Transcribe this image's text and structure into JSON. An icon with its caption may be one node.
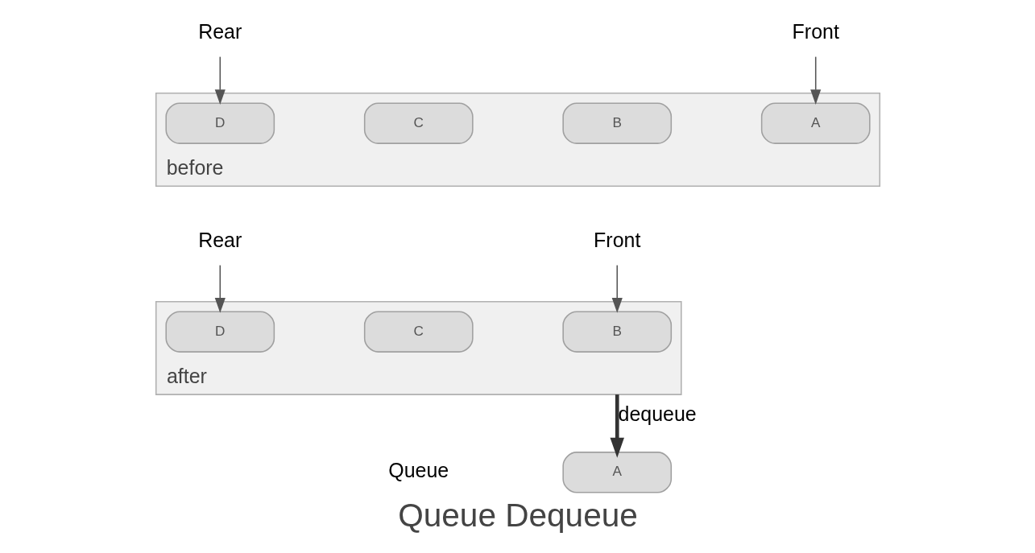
{
  "diagram": {
    "caption": "Queue Dequeue",
    "nodes": [
      {
        "text": [
          "Rear"
        ]
      },
      {
        "text": [
          "Front"
        ]
      },
      {
        "text": [
          "before"
        ]
      },
      {
        "text": [
          "D"
        ],
        "in": 2
      },
      {
        "text": [
          "C"
        ],
        "in": 2
      },
      {
        "text": [
          "B"
        ],
        "in": 2
      },
      {
        "text": [
          "A"
        ],
        "in": 2
      },
      {
        "text": [
          "Rear"
        ]
      },
      {
        "text": [
          "Front"
        ]
      },
      {
        "text": [
          "after"
        ]
      },
      {
        "text": [
          "D"
        ],
        "in": 9
      },
      {
        "text": [
          "C"
        ],
        "in": 9
      },
      {
        "text": [
          "B"
        ],
        "in": 9
      },
      {
        "text": [
          "A"
        ]
      }
    ],
    "edges": [
      {
        "from": 0,
        "to": 3,
        "arrow": "to"
      },
      {
        "from": 1,
        "to": 6,
        "arrow": "to"
      },
      {
        "from": 7,
        "to": 10,
        "arrow": "to"
      },
      {
        "from": 8,
        "to": 12,
        "arrow": "to"
      },
      {
        "from": 9,
        "to": 13,
        "arrow": "to",
        "label": "dequeue",
        "style": "thick"
      }
    ],
    "labels": [
      "Queue"
    ]
  }
}
